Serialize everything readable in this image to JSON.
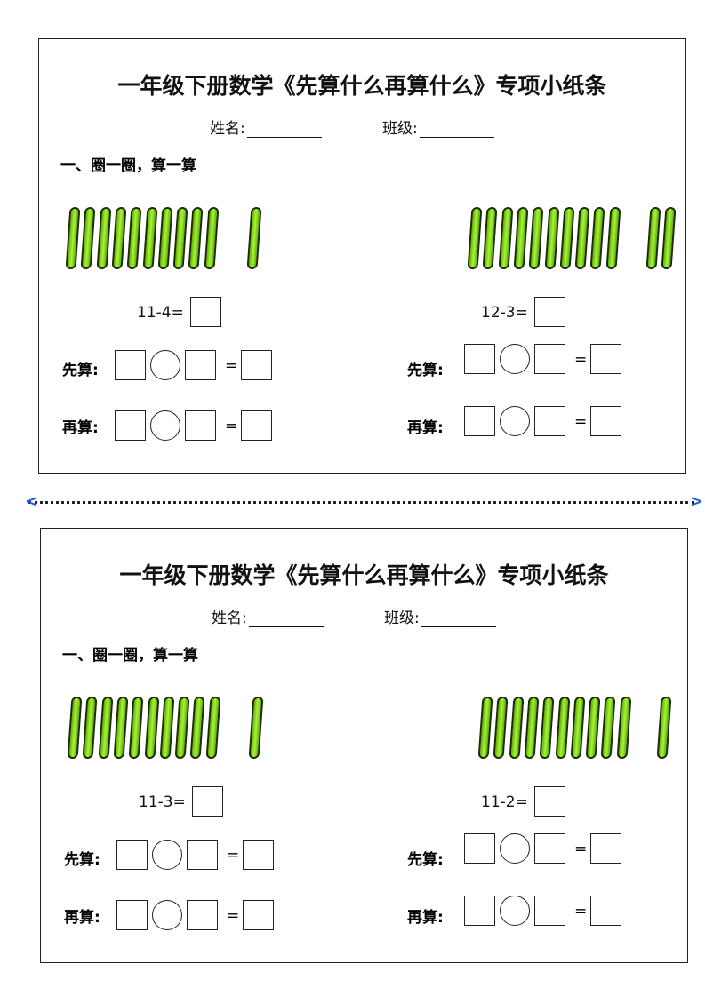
{
  "cards": [
    {
      "title": "一年级下册数学《先算什么再算什么》专项小纸条",
      "name_label": "姓名:",
      "class_label": "班级:",
      "section": "一、圈一圈，算一算",
      "problems": [
        {
          "sticks": [
            10,
            1
          ],
          "equation": "11-4="
        },
        {
          "sticks": [
            10,
            2
          ],
          "equation": "12-3="
        }
      ],
      "step1": "先算:",
      "step2": "再算:",
      "equals": "="
    },
    {
      "title": "一年级下册数学《先算什么再算什么》专项小纸条",
      "name_label": "姓名:",
      "class_label": "班级:",
      "section": "一、圈一圈，算一算",
      "problems": [
        {
          "sticks": [
            10,
            1
          ],
          "equation": "11-3="
        },
        {
          "sticks": [
            10,
            1
          ],
          "equation": "11-2="
        }
      ],
      "step1": "先算:",
      "step2": "再算:",
      "equals": "="
    }
  ],
  "separator": {
    "left_arrow": "<",
    "right_arrow": ">",
    "color": "#1e5fd8"
  }
}
